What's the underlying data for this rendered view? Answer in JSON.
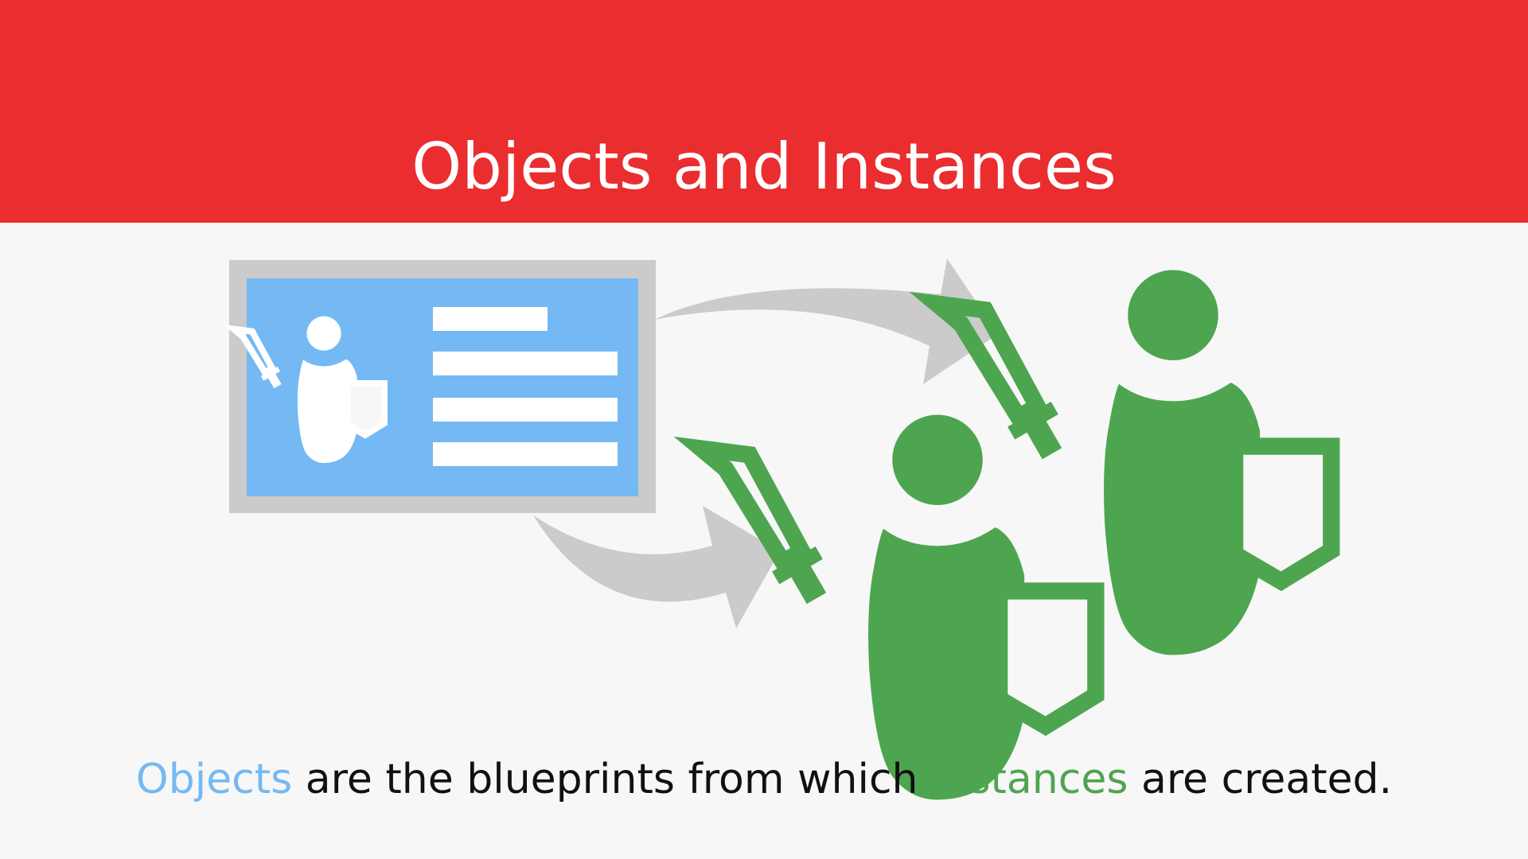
{
  "title": "Objects and Instances",
  "caption": {
    "term_objects": "Objects",
    "part_middle": " are the blueprints from which ",
    "term_instances": "instances",
    "part_end": " are created."
  },
  "colors": {
    "header": "#ea2d2f",
    "background": "#f7f7f7",
    "blueprint_frame": "#cbcbcb",
    "blueprint_fill": "#74b9f3",
    "instance_green": "#4ea550",
    "arrow_gray": "#cbcbcb",
    "objects_term": "#74b9f3",
    "instances_term": "#4ea550"
  },
  "icons": {
    "blueprint_figure": "knight-with-sword-and-shield-icon",
    "instance_figure": "knight-with-sword-and-shield-icon",
    "arrows": "curved-arrow-icon"
  }
}
